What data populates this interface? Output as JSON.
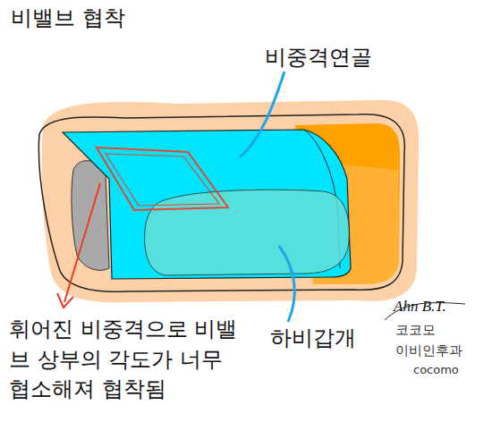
{
  "diagram": {
    "title": "비밸브 협착",
    "labels": [
      "비중격연골",
      "하비갑개",
      "휘어진 비중격으로 비밸브 상부의 각도가 너무 협소해져 협착됨",
      "Ahn B.T.",
      "코코모",
      "이비인후과",
      "cocomo"
    ]
  }
}
